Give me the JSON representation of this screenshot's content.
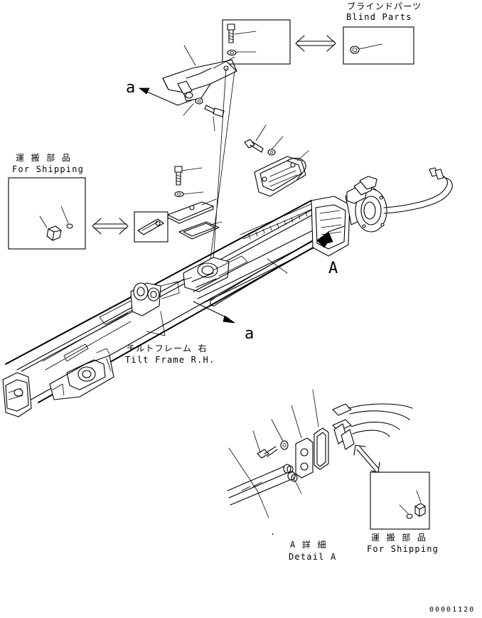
{
  "labels": {
    "blind_parts_jp": "ブラインドパーツ",
    "blind_parts_en": "Blind Parts",
    "shipping_left_jp": "運 搬 部 品",
    "shipping_left_en": "For Shipping",
    "shipping_right_jp": "運 搬 部 品",
    "shipping_right_en": "For Shipping",
    "tilt_frame_jp": "チルトフレーム 右",
    "tilt_frame_en": "Tilt Frame R.H.",
    "detail_a_jp": "A 詳 細",
    "detail_a_en": "Detail A",
    "view_a": "A",
    "arrow_a_top": "a",
    "arrow_a_mid": "a",
    "dot_mark": ".",
    "drawing_number": "00001120"
  }
}
